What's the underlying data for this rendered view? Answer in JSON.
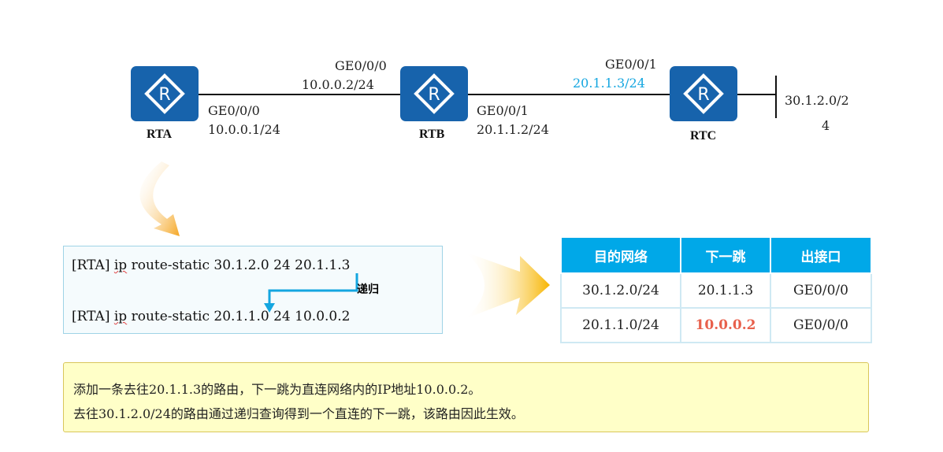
{
  "routers": [
    {
      "name": "RTA"
    },
    {
      "name": "RTB"
    },
    {
      "name": "RTC"
    }
  ],
  "links": {
    "rta_if": "GE0/0/0",
    "rta_ip": "10.0.0.1/24",
    "rtb_if0": "GE0/0/0",
    "rtb_ip0": "10.0.0.2/24",
    "rtb_if1": "GE0/0/1",
    "rtb_ip1": "20.1.1.2/24",
    "rtc_if": "GE0/0/1",
    "rtc_ip": "20.1.1.3/24",
    "rtc_net_a": "30.1.2.0/2",
    "rtc_net_b": "4"
  },
  "commands": [
    {
      "prompt": "[RTA]",
      "kw": "ip",
      "rest": " route-static 30.1.2.0 24 20.1.1.3"
    },
    {
      "prompt": "[RTA]",
      "kw": "ip",
      "rest": " route-static 20.1.1.0 24 10.0.0.2"
    }
  ],
  "recursion_label": "递归",
  "table": {
    "headers": [
      "目的网络",
      "下一跳",
      "出接口"
    ],
    "rows": [
      [
        "30.1.2.0/24",
        "20.1.1.3",
        "GE0/0/0"
      ],
      [
        "20.1.1.0/24",
        "10.0.0.2",
        "GE0/0/0"
      ]
    ]
  },
  "note": [
    "添加一条去往20.1.1.3的路由，下一跳为直连网络内的IP地址10.0.0.2。",
    "去往30.1.2.0/24的路由通过递归查询得到一个直连的下一跳，该路由因此生效。"
  ],
  "colors": {
    "router": "#1763ac",
    "accent": "#00a8e8",
    "highlight": "#e8604c"
  }
}
